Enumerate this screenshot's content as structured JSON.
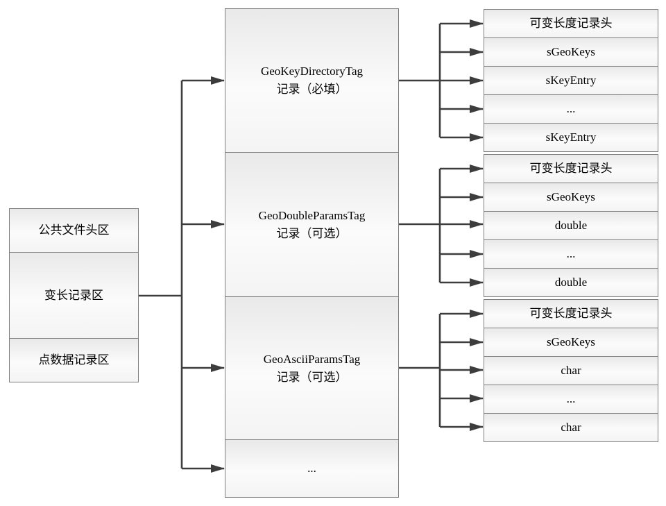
{
  "diagram": {
    "left_box": {
      "cells": [
        "公共文件头区",
        "变长记录区",
        "点数据记录区"
      ]
    },
    "middle_box": {
      "cells": [
        {
          "line1": "GeoKeyDirectoryTag",
          "line2": "记录（必填）"
        },
        {
          "line1": "GeoDoubleParamsTag",
          "line2": "记录（可选）"
        },
        {
          "line1": "GeoAsciiParamsTag",
          "line2": "记录（可选）"
        },
        {
          "line1": "...",
          "line2": ""
        }
      ]
    },
    "right_boxes": [
      {
        "rows": [
          "可变长度记录头",
          "sGeoKeys",
          "sKeyEntry",
          "...",
          "sKeyEntry"
        ]
      },
      {
        "rows": [
          "可变长度记录头",
          "sGeoKeys",
          "double",
          "...",
          "double"
        ]
      },
      {
        "rows": [
          "可变长度记录头",
          "sGeoKeys",
          "char",
          "...",
          "char"
        ]
      }
    ],
    "colors": {
      "line": "#3d3d3d",
      "border": "#7d7d7d",
      "fill_top": "#e9e9e9",
      "fill_bottom": "#fbfbfb"
    }
  }
}
